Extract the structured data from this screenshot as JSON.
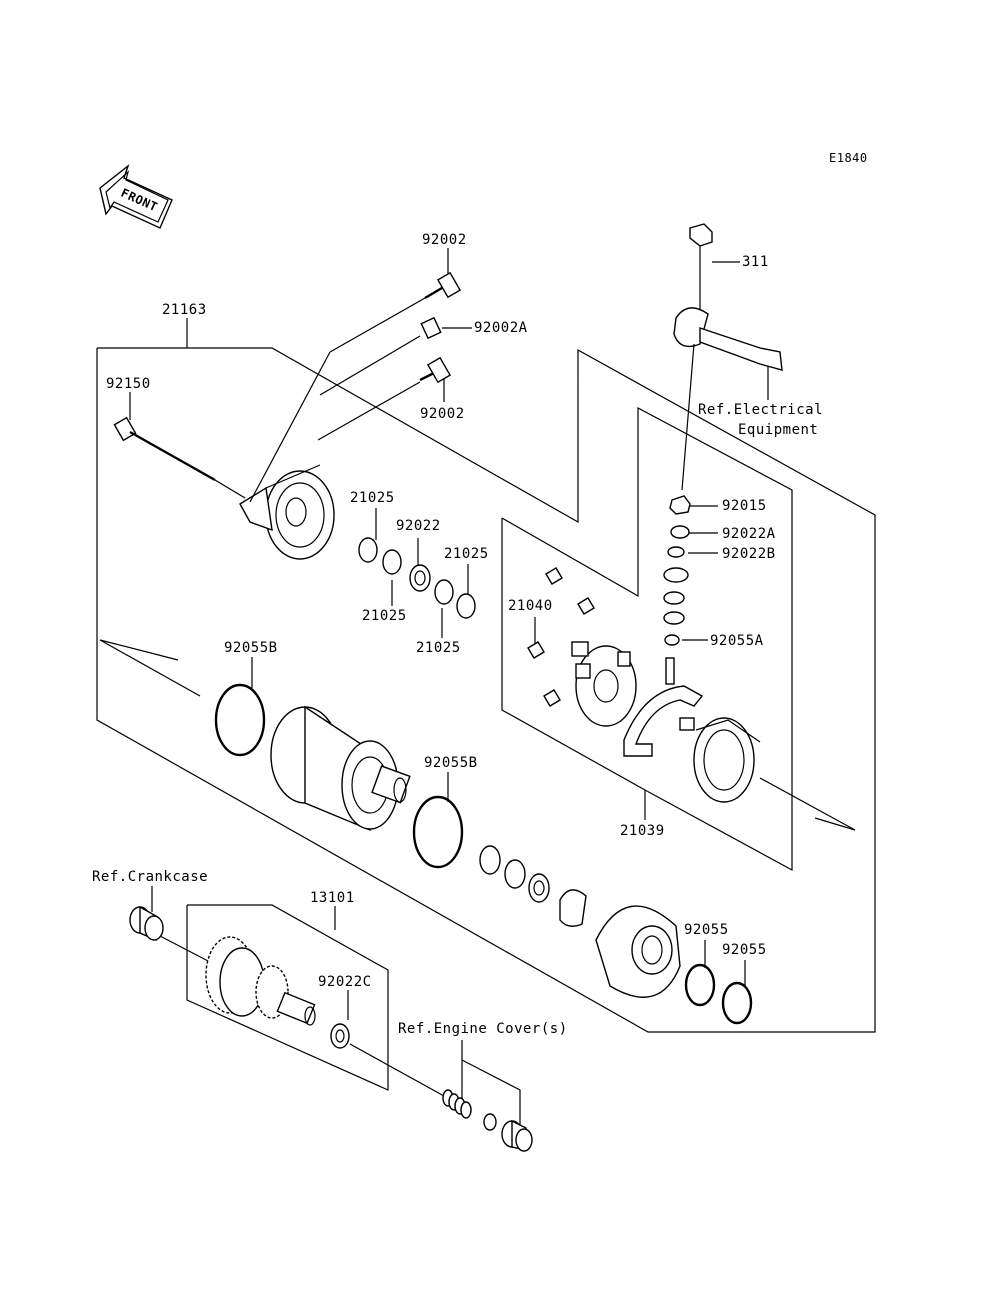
{
  "diagram": {
    "code": "E1840",
    "front_label": "FRONT",
    "parts": {
      "p92002_top": "92002",
      "p92002A": "92002A",
      "p92002_mid": "92002",
      "p21163": "21163",
      "p92150": "92150",
      "p311": "311",
      "ref_electrical_1": "Ref.Electrical",
      "ref_electrical_2": "Equipment",
      "p92015": "92015",
      "p92022A": "92022A",
      "p92022B": "92022B",
      "p92055A": "92055A",
      "p21025_a": "21025",
      "p92022": "92022",
      "p21025_b": "21025",
      "p21025_c": "21025",
      "p21025_d": "21025",
      "p21040": "21040",
      "p92055B_left": "92055B",
      "p92055B_mid": "92055B",
      "p21039": "21039",
      "ref_crankcase": "Ref.Crankcase",
      "p13101": "13101",
      "p92022C": "92022C",
      "ref_engine_cover": "Ref.Engine Cover(s)",
      "p92055_a": "92055",
      "p92055_b": "92055"
    }
  }
}
